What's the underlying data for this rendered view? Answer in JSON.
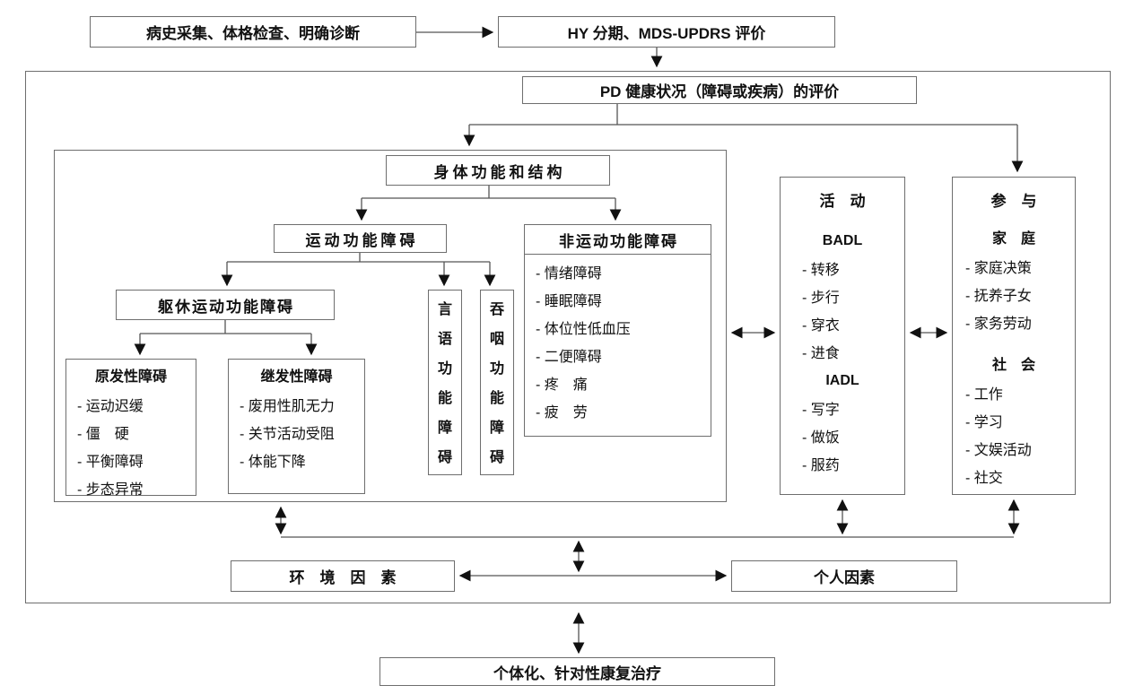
{
  "diagram": {
    "top": {
      "history": "病史采集、体格检查、明确诊断",
      "staging": "HY 分期、MDS-UPDRS 评价",
      "pd_status": "PD 健康状况（障碍或疾病）的评价"
    },
    "body_function": {
      "title": "身体功能和结构"
    },
    "motor": {
      "title": "运动功能障碍"
    },
    "trunk": {
      "title": "躯休运动功能障碍"
    },
    "primary": {
      "title": "原发性障碍",
      "items": [
        "- 运动迟缓",
        "- 僵　硬",
        "- 平衡障碍",
        "- 步态异常"
      ]
    },
    "secondary": {
      "title": "继发性障碍",
      "items": [
        "- 废用性肌无力",
        "- 关节活动受阻",
        "- 体能下降"
      ]
    },
    "speech": {
      "title": "言语功能障碍"
    },
    "swallow": {
      "title": "吞咽功能障碍"
    },
    "nonmotor": {
      "title": "非运动功能障碍",
      "items": [
        "- 情绪障碍",
        "- 睡眠障碍",
        "- 体位性低血压",
        "- 二便障碍",
        "- 疼　痛",
        "- 疲　劳"
      ]
    },
    "activity": {
      "title": "活　动",
      "badl_label": "BADL",
      "badl_items": [
        "- 转移",
        "- 步行",
        "- 穿衣",
        "- 进食"
      ],
      "iadl_label": "IADL",
      "iadl_items": [
        "- 写字",
        "- 做饭",
        "- 服药"
      ]
    },
    "participation": {
      "title": "参　与",
      "family_label": "家　庭",
      "family_items": [
        "- 家庭决策",
        "- 抚养子女",
        "- 家务劳动"
      ],
      "society_label": "社　会",
      "society_items": [
        "- 工作",
        "- 学习",
        "- 文娱活动",
        "- 社交"
      ]
    },
    "environment": {
      "title": "环　境　因　素"
    },
    "personal": {
      "title": "个人因素"
    },
    "treatment": {
      "title": "个体化、针对性康复治疗"
    },
    "colors": {
      "line": "#555555",
      "arrowhead": "#111111",
      "border": "#6e6e6e",
      "text": "#111111",
      "background": "#ffffff"
    }
  }
}
